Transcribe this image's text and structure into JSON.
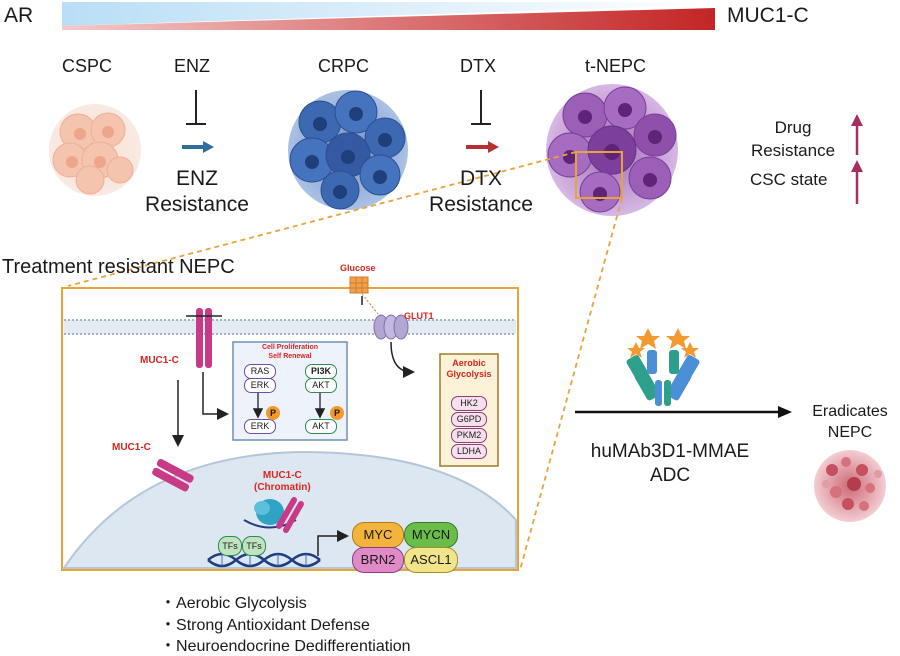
{
  "top": {
    "left_label": "AR",
    "right_label": "MUC1-C"
  },
  "stages": [
    {
      "label": "CSPC"
    },
    {
      "label": "CRPC"
    },
    {
      "label": "t-NEPC"
    }
  ],
  "drugs": [
    {
      "name": "ENZ",
      "resistance": "ENZ\nResistance"
    },
    {
      "name": "DTX",
      "resistance": "DTX\nResistance"
    }
  ],
  "side_effects": {
    "drug_resistance": "Drug\nResistance",
    "csc": "CSC state"
  },
  "inset": {
    "title": "Treatment resistant NEPC",
    "glucose": "Glucose",
    "glut1": "GLUT1",
    "muc1c_membrane": "MUC1-C",
    "muc1c_cyto": "MUC1-C",
    "muc1c_chromatin": "MUC1-C\n(Chromatin)",
    "pathway_box_title": "Cell Proliferation\nSelf Renewal",
    "left_pathway": [
      "RAS",
      "ERK",
      "ERK"
    ],
    "right_pathway": [
      "PI3K",
      "AKT",
      "AKT"
    ],
    "phospho": "P",
    "glycolysis_title": "Aerobic\nGlycolysis",
    "glycolysis_enzymes": [
      "HK2",
      "G6PD",
      "PKM2",
      "LDHA"
    ],
    "tfs": [
      "TFs",
      "TFs"
    ],
    "targets": [
      "MYC",
      "MYCN",
      "BRN2",
      "ASCL1"
    ]
  },
  "bullets": [
    "Aerobic Glycolysis",
    "Strong Antioxidant Defense",
    "Neuroendocrine Dedifferentiation"
  ],
  "adc": {
    "label": "huMAb3D1-MMAE\nADC",
    "outcome": "Eradicates\nNEPC"
  },
  "colors": {
    "ar_gradient": "#a8d4f0",
    "muc_gradient": "#c82525",
    "inset_border": "#e8a43a",
    "red_text": "#d7261e"
  }
}
